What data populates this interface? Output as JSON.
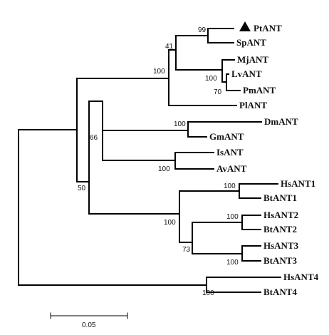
{
  "tree": {
    "taxa": [
      "PtANT",
      "SpANT",
      "MjANT",
      "LvANT",
      "PmANT",
      "PlANT",
      "DmANT",
      "GmANT",
      "IsANT",
      "AvANT",
      "HsANT1",
      "BtANT1",
      "HsANT2",
      "BtANT2",
      "HsANT3",
      "BtANT3",
      "HsANT4",
      "BtANT4"
    ],
    "highlighted_taxon": "PtANT",
    "bootstrap": {
      "pt_sp": "99",
      "pt_sp_crust": "41",
      "group_a": "100",
      "lv_pm_mj": "100",
      "lv_pm": "70",
      "dm_gm": "100",
      "insects": "66",
      "is_av": "100",
      "ingroup": "50",
      "ant1": "100",
      "ant_vert": "100",
      "ant2": "100",
      "ant3_group": "73",
      "ant3": "100",
      "ant4": "100"
    }
  },
  "scale_bar": {
    "label": "0.05",
    "value": 0.05
  }
}
